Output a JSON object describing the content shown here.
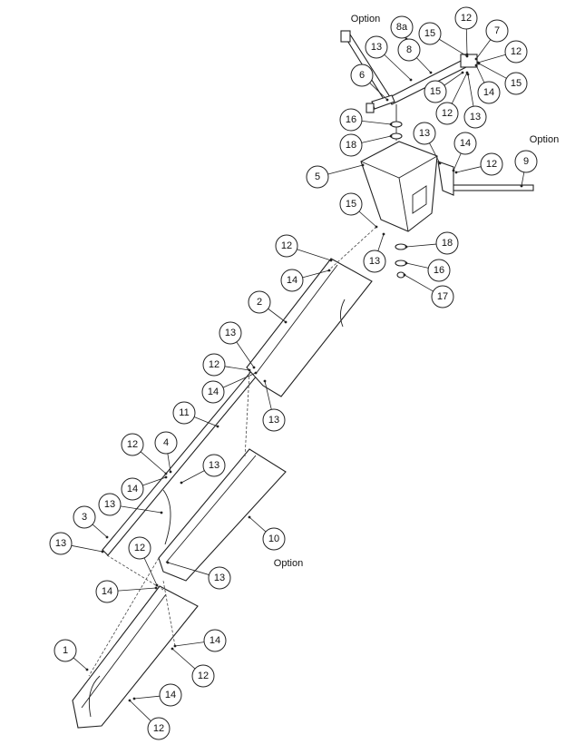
{
  "diagram": {
    "option_labels": [
      "Option",
      "Option",
      "Option"
    ],
    "callouts": [
      "8a",
      "12",
      "15",
      "7",
      "12",
      "13",
      "8",
      "15",
      "6",
      "15",
      "14",
      "12",
      "13",
      "16",
      "18",
      "13",
      "14",
      "12",
      "9",
      "5",
      "15",
      "18",
      "16",
      "17",
      "12",
      "14",
      "13",
      "2",
      "13",
      "12",
      "14",
      "13",
      "11",
      "12",
      "4",
      "13",
      "14",
      "13",
      "3",
      "13",
      "12",
      "10",
      "13",
      "14",
      "14",
      "1",
      "12",
      "14",
      "12"
    ]
  }
}
